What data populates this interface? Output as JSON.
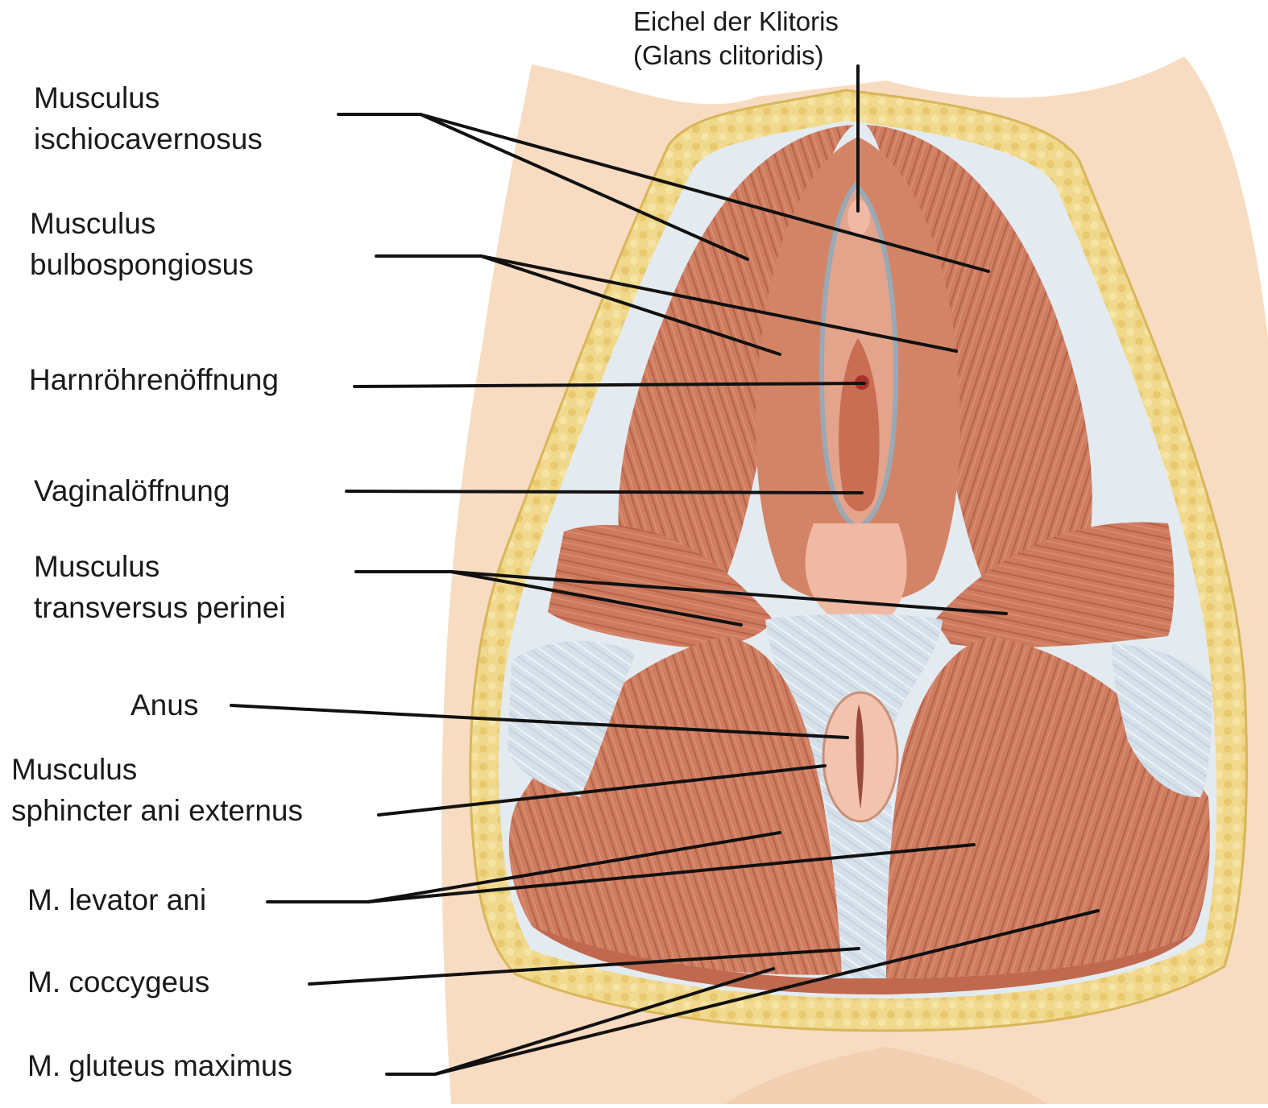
{
  "labels": {
    "glans": {
      "line1": "Eichel der Klitoris",
      "line2": "(Glans clitoridis)"
    },
    "ischiocavernosus": {
      "line1": "Musculus",
      "line2": "ischiocavernosus"
    },
    "bulbospongiosus": {
      "line1": "Musculus",
      "line2": "bulbospongiosus"
    },
    "urethra": {
      "line1": "Harnröhrenöffnung"
    },
    "vagina": {
      "line1": "Vaginalöffnung"
    },
    "transversus": {
      "line1": "Musculus",
      "line2": "transversus perinei"
    },
    "anus": {
      "line1": "Anus"
    },
    "sphincter": {
      "line1": "Musculus",
      "line2": "sphincter ani externus"
    },
    "levator": {
      "line1": "M. levator ani"
    },
    "coccygeus": {
      "line1": "M. coccygeus"
    },
    "gluteus": {
      "line1": "M. gluteus maximus"
    }
  },
  "colors": {
    "skin": "#f7dcc2",
    "fat": "#f1d98f",
    "fascia": "#d3dee8",
    "muscle": "#cd7a5f",
    "muscle_dark": "#b05f47",
    "mucosa": "#f0b9a4",
    "leader": "#111111"
  }
}
